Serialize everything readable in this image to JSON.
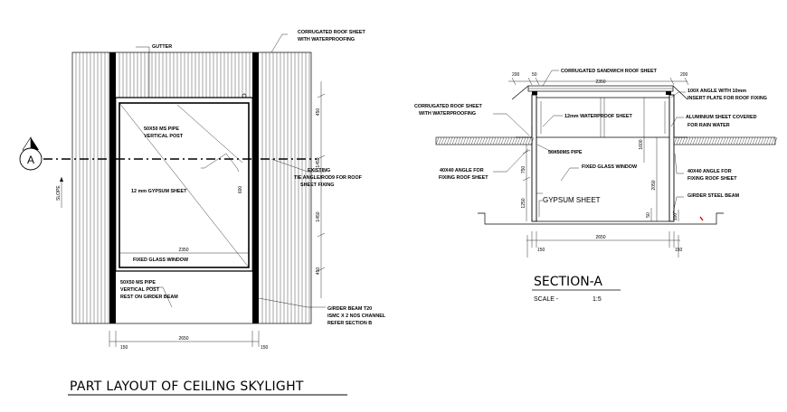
{
  "plan": {
    "title": "PART LAYOUT OF CEILING SKYLIGHT",
    "marker": "A",
    "slope_label": "SLOPE",
    "labels": {
      "gutter": "GUTTER",
      "roof_sheet_1": "CORRUGATED ROOF SHEET",
      "roof_sheet_2": "WITH WATERPROOFING",
      "pipe_1": "50X50 MS PIPE",
      "pipe_2": "VERTICAL POST",
      "existing": "EXISTING",
      "tie_angle_1": "TIE ANGLE/ROD9 FOR ROOF",
      "tie_angle_2": "SHEET FIXING",
      "gypsum": "12 mm GYPSUM SHEET",
      "window": "FIXED GLASS WINDOW",
      "post_1": "50X50 MS PIPE",
      "post_2": "VERTICAL POST",
      "post_3": "REST ON GIRDER BEAM",
      "girder_1": "GIRDER BEAM T20",
      "girder_2": "ISMC X 2 NOS CHANNEL",
      "girder_3": "REFER SECTION B"
    },
    "dims": {
      "d1": "450",
      "d2": "1450",
      "d3": "1450",
      "d4": "450",
      "inner_w": "2350",
      "bottom_w": "2650",
      "left_off": "150",
      "right_off": "150",
      "v_small": "600"
    }
  },
  "section": {
    "title": "SECTION-A",
    "scale_label": "SCALE -",
    "scale_value": "1:5",
    "labels": {
      "sandwich": "CORRUGATED SANDWICH ROOF SHEET",
      "roof_1": "CORRUGATED ROOF SHEET",
      "roof_2": "WITH WATERPROOFING",
      "waterproof": "12mm WATERPROOF SHEET",
      "angle_1": "100X ANGLE WITH 10mm",
      "angle_2": "INSERT PLATE FOR ROOF FIXING",
      "alu_1": "ALUMINIUM SHEET COVERED",
      "alu_2": "FOR RAIN WATER",
      "pipe": "50X50MS PIPE",
      "fixed": "FIXED GLASS WINDOW",
      "angle_l1": "40X40 ANGLE FOR",
      "angle_l2": "FIXING ROOF SHEET",
      "angle_r1": "40X40 ANGLE FOR",
      "angle_r2": "FIXING ROOF SHEET",
      "girder": "GIRDER STEEL BEAM",
      "gypsum": "GYPSUM SHEET"
    },
    "dims": {
      "top_l": "200",
      "top_l2": "50",
      "top_mid": "2350",
      "top_r": "200",
      "h1": "750",
      "h2": "1250",
      "h3": "2050",
      "h4": "1600",
      "h5": "50",
      "h6": "100",
      "bot_l": "150",
      "bot_mid": "2650",
      "bot_r": "150"
    }
  }
}
